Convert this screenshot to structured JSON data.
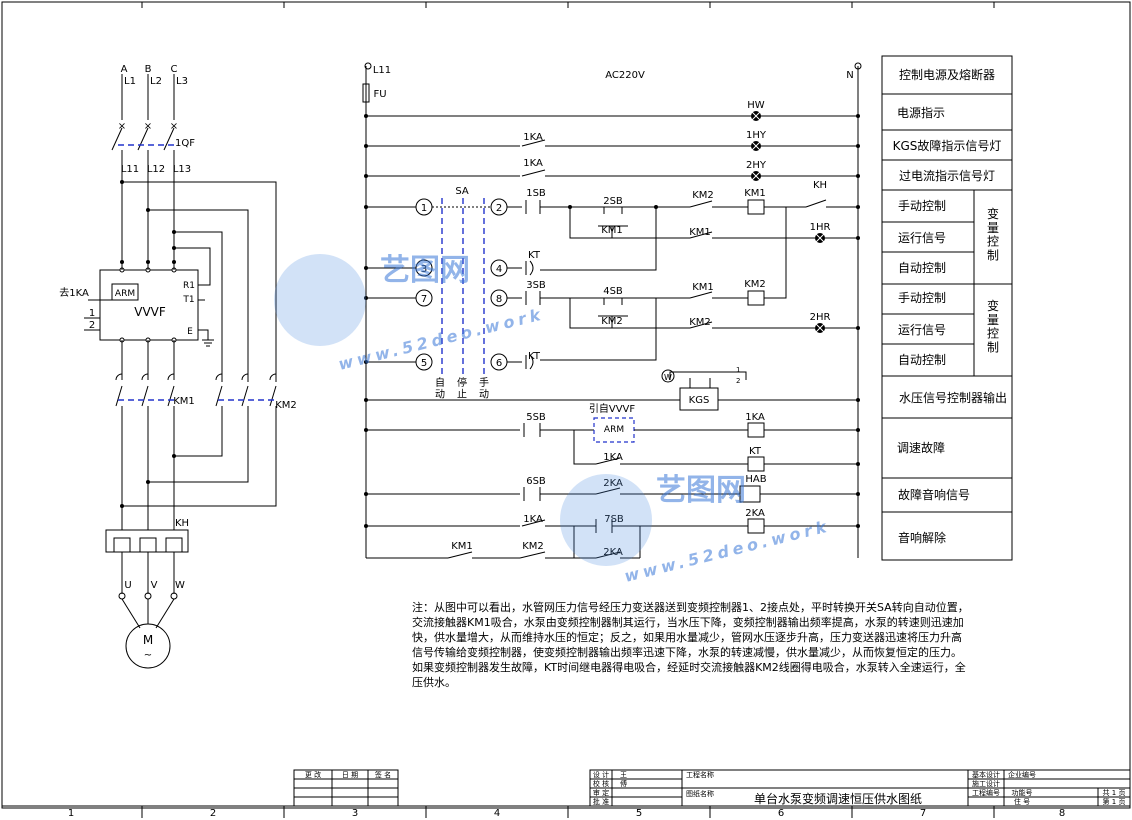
{
  "phase_labels": [
    "A",
    "B",
    "C"
  ],
  "line_labels": [
    "L1",
    "L2",
    "L3"
  ],
  "breaker_label": "1QF",
  "load_line_labels": [
    "L11",
    "L12",
    "L13"
  ],
  "vvvf": {
    "label": "VVVF",
    "arm": "ARM",
    "r1": "R1",
    "t1": "T1",
    "e": "E",
    "to_1ka": "去1KA",
    "in1": "1",
    "in2": "2"
  },
  "contactor_labels": [
    "KM1",
    "KM2"
  ],
  "thermal_label": "KH",
  "motor": {
    "label": "M",
    "phases": [
      "U",
      "V",
      "W"
    ]
  },
  "control": {
    "l11": "L11",
    "fu": "FU",
    "supply": "AC220V",
    "n": "N",
    "sa": "SA",
    "sa_positions": [
      "自\n动",
      "停\n止",
      "手\n动"
    ],
    "terminals": [
      "1",
      "2",
      "3",
      "4",
      "5",
      "6",
      "7",
      "8"
    ],
    "kgs": "KGS",
    "arm_from": "引自VVVF",
    "arm": "ARM",
    "kgs_pins": [
      "1",
      "2"
    ]
  },
  "contacts": {
    "r_hw": "HW",
    "r_1ka": "1KA",
    "r_1hy": "1HY",
    "r_2hy": "2HY",
    "r_1sb": "1SB",
    "r_2sb": "2SB",
    "r_km1a": "KM1",
    "r_km2a": "KM2",
    "r_km1coil": "KM1",
    "r_kh": "KH",
    "r_km1b": "KM1",
    "r_1hr": "1HR",
    "r_kt": "KT",
    "r_3sb": "3SB",
    "r_4sb": "4SB",
    "r_km1c": "KM1",
    "r_km2coil": "KM2",
    "r_km2b": "KM2",
    "r_km2c": "KM2",
    "r_2hr": "2HR",
    "r_kt2": "KT",
    "r_5sb": "5SB",
    "r_1kacoil": "1KA",
    "r_1ka2": "1KA",
    "r_ktcoil": "KT",
    "r_6sb": "6SB",
    "r_2ka": "2KA",
    "r_hab": "HAB",
    "r_1ka3": "1KA",
    "r_7sb": "7SB",
    "r_2kacoil": "2KA",
    "r_km1d": "KM1",
    "r_km2d": "KM2",
    "r_2ka2": "2KA"
  },
  "legend": {
    "rows": [
      "控制电源及熔断器",
      "电源指示",
      "KGS故障指示信号灯",
      "过电流指示信号灯",
      "手动控制",
      "运行信号",
      "自动控制",
      "手动控制",
      "运行信号",
      "自动控制",
      "水压信号控制器输出",
      "调速故障",
      "故障音响信号",
      "音响解除"
    ],
    "group_label": "变\n量\n控\n制"
  },
  "note": "注：从图中可以看出，水管网压力信号经压力变送器送到变频控制器1、2接点处，平时转换开关SA转向自动位置，交流接触器KM1吸合，水泵由变频控制器制其运行，当水压下降，变频控制器输出频率提高，水泵的转速则迅速加快，供水量增大，从而维持水压的恒定；反之，如果用水量减少，管网水压逐步升高，压力变送器迅速将压力升高信号传输给变频控制器，使变频控制器输出频率迅速下降，水泵的转速减慢，供水量减少，从而恢复恒定的压力。如果变频控制器发生故障，KT时间继电器得电吸合，经延时交流接触器KM2线圈得电吸合，水泵转入全速运行，全压供水。",
  "title_block": {
    "revision_headers": [
      "更 改",
      "日 期",
      "签 名"
    ],
    "design_rows": [
      "设 计",
      "校 核",
      "审 定",
      "批 准"
    ],
    "design_names": [
      "王",
      "傅"
    ],
    "project_label": "工程名称",
    "drawing_label": "图纸名称",
    "drawing_title": "单台水泵变频调速恒压供水图纸",
    "right_labels": [
      "基本设计",
      "施工设计",
      "工程编号"
    ],
    "company_label": "企业编号",
    "spec_label": "功能号",
    "seal_label": "住 号",
    "sheet_total": "共 1 页",
    "sheet_no": "第 1 页"
  },
  "column_numbers": [
    "1",
    "2",
    "3",
    "4",
    "5",
    "6",
    "7",
    "8"
  ],
  "watermark": {
    "brand": "艺图网",
    "url": "www.52deo.work"
  }
}
